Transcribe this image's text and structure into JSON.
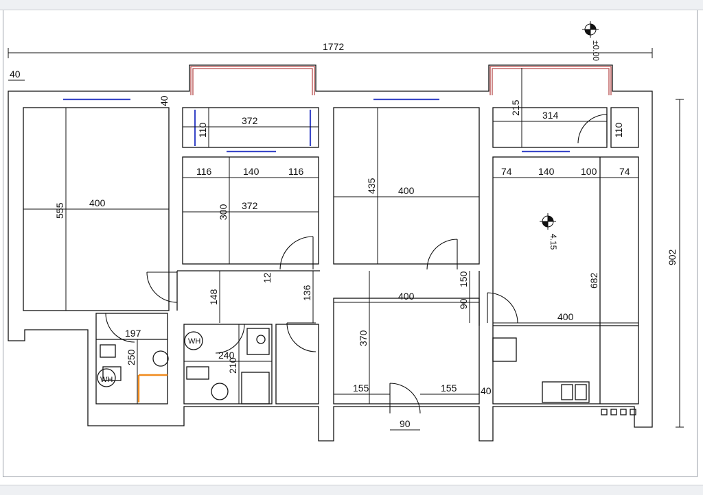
{
  "overall": {
    "width": "1772",
    "height": "902",
    "corner": "40"
  },
  "levels": {
    "top": "±0.00",
    "middle": "4.15"
  },
  "rooms": {
    "left_bedroom": {
      "width": "400",
      "depth": "555",
      "wall": "40"
    },
    "balcony_left": {
      "width": "372",
      "depth": "110"
    },
    "mid_bedroom": {
      "seg_a": "116",
      "seg_b": "140",
      "seg_c": "116",
      "width": "372",
      "depth": "300"
    },
    "right_bedroom": {
      "width": "400",
      "depth": "435"
    },
    "balcony_right": {
      "width": "314",
      "depth": "215",
      "side": "110"
    },
    "kitchen": {
      "seg_a": "74",
      "seg_b": "140",
      "seg_c": "100",
      "seg_d": "74",
      "width": "400",
      "depth": "682"
    },
    "corridor": {
      "a": "148",
      "b": "136",
      "c": "12"
    },
    "bath_left": {
      "width": "197",
      "depth": "250",
      "fixture": "WH"
    },
    "bath_mid": {
      "width": "240",
      "depth": "210",
      "fixture": "WH"
    },
    "living": {
      "width": "400",
      "depth": "370",
      "top_a": "150",
      "top_b": "90"
    },
    "entry": {
      "left": "155",
      "right": "155",
      "wall": "40",
      "door": "90"
    }
  }
}
